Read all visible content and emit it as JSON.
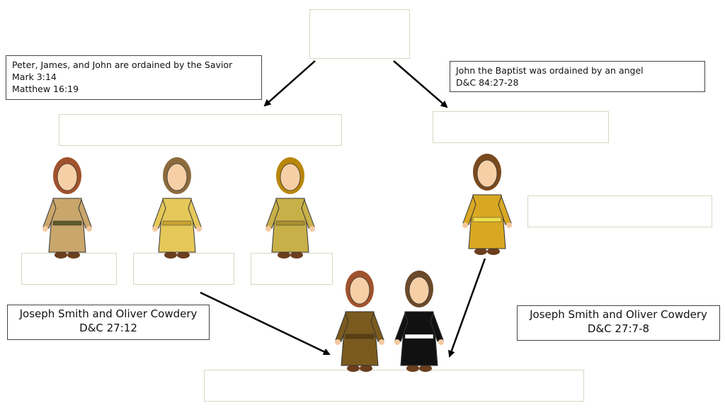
{
  "boxes": {
    "peter_james_john": {
      "line1": "Peter, James, and John are ordained by the Savior",
      "line2": "Mark 3:14",
      "line3": "Matthew 16:19"
    },
    "john_baptist": {
      "line1": "John the Baptist was ordained by an angel",
      "line2": "D&C 84:27-28"
    },
    "joseph_oliver_left": {
      "line1": "Joseph Smith and Oliver Cowdery",
      "line2": "D&C 27:12"
    },
    "joseph_oliver_right": {
      "line1": "Joseph Smith and Oliver Cowdery",
      "line2": "D&C 27:7-8"
    }
  },
  "figures": [
    {
      "name": "peter",
      "hair": "#a0522d",
      "robe": "#c9a66b",
      "sash": "#5d5a2e"
    },
    {
      "name": "james",
      "hair": "#8b6b3e",
      "robe": "#e6c85a",
      "sash": "#c9a430"
    },
    {
      "name": "john",
      "hair": "#b8860b",
      "robe": "#c8b049",
      "sash": "#a89030"
    },
    {
      "name": "john-the-baptist",
      "hair": "#7a4a1e",
      "robe": "#d9a823",
      "sash": "#f0e04a"
    },
    {
      "name": "joseph-smith",
      "hair": "#a0522d",
      "robe": "#7a5a1e",
      "sash": "#5a4012"
    },
    {
      "name": "oliver-cowdery",
      "hair": "#6b4a2a",
      "robe": "#111111",
      "sash": "#ffffff"
    }
  ],
  "colors": {
    "arrow": "#000000",
    "blank_border": "#d9d6c3",
    "note_border": "#444444"
  }
}
